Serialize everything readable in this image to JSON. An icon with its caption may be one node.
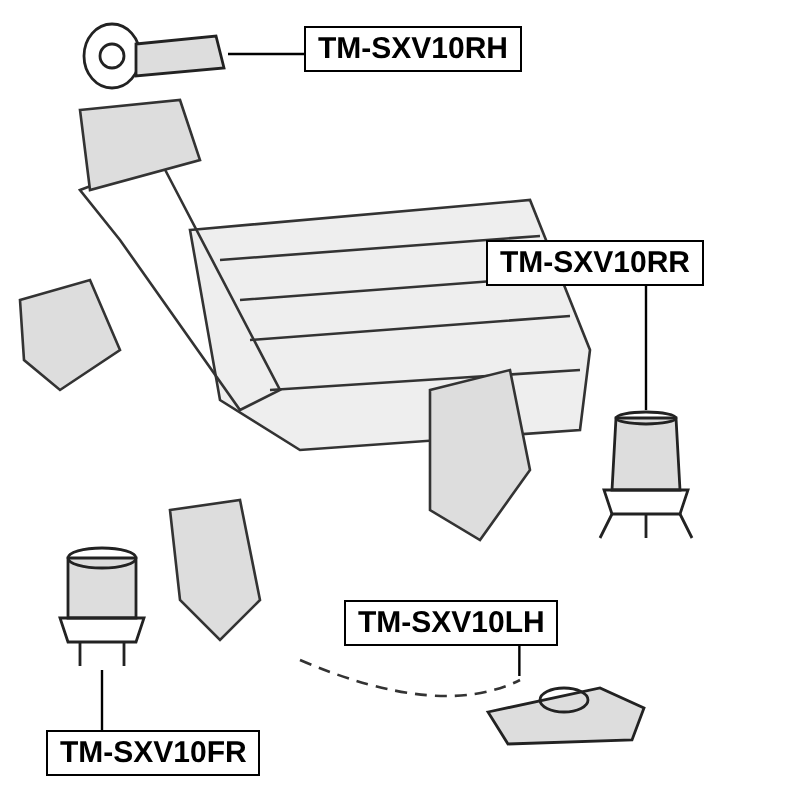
{
  "diagram": {
    "nodes": [
      {
        "text": [
          "TM-SXV10RH"
        ]
      },
      {
        "text": [],
        "shape": "picture"
      },
      {
        "text": [
          "TM-SXV10RR"
        ]
      },
      {
        "text": [],
        "shape": "picture"
      },
      {
        "text": [
          "TM-SXV10LH"
        ]
      },
      {
        "text": [],
        "shape": "picture"
      },
      {
        "text": [
          "TM-SXV10FR"
        ]
      },
      {
        "text": [],
        "shape": "picture"
      }
    ],
    "edges": [
      {
        "from": 0,
        "to": 1,
        "arrow": "none"
      },
      {
        "from": 2,
        "to": 3,
        "arrow": "none"
      },
      {
        "from": 4,
        "to": 5,
        "arrow": "none"
      },
      {
        "from": 6,
        "to": 7,
        "arrow": "none"
      }
    ]
  }
}
